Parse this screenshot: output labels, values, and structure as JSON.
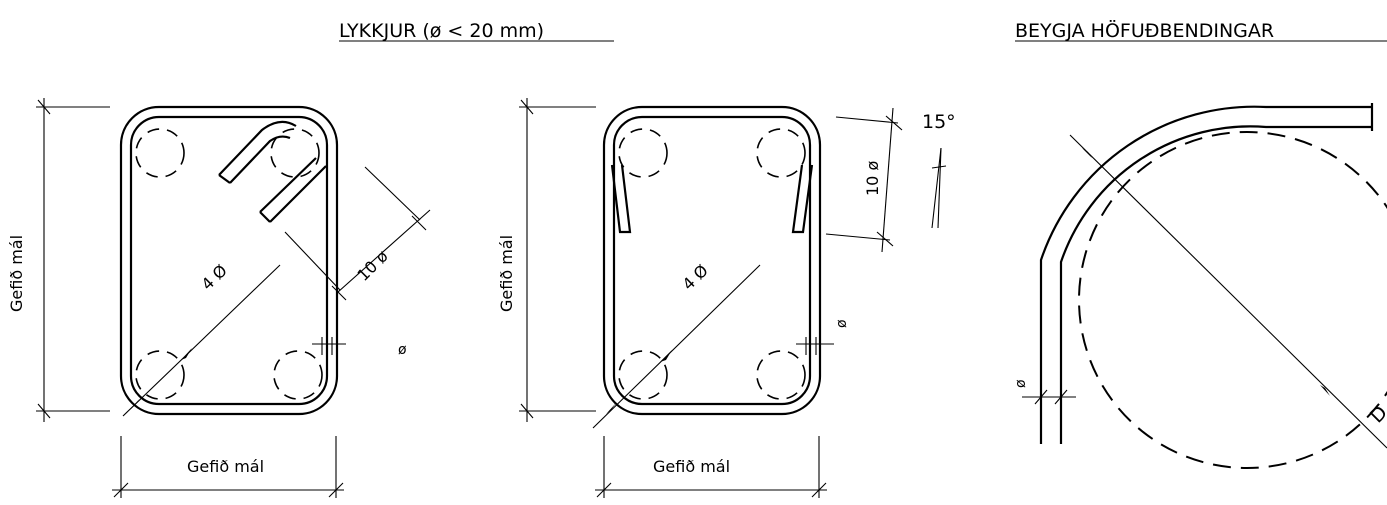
{
  "headings": {
    "stirrups": "LYKKJUR  (ø < 20 mm)",
    "bending": "BEYGJA HÖFUÐBENDINGAR"
  },
  "labels": {
    "given_dim": "Gefið mál",
    "four_dia": "4  Ø",
    "ten_dia": "10 ø",
    "dia": "ø",
    "fifteen_deg": "15°"
  }
}
